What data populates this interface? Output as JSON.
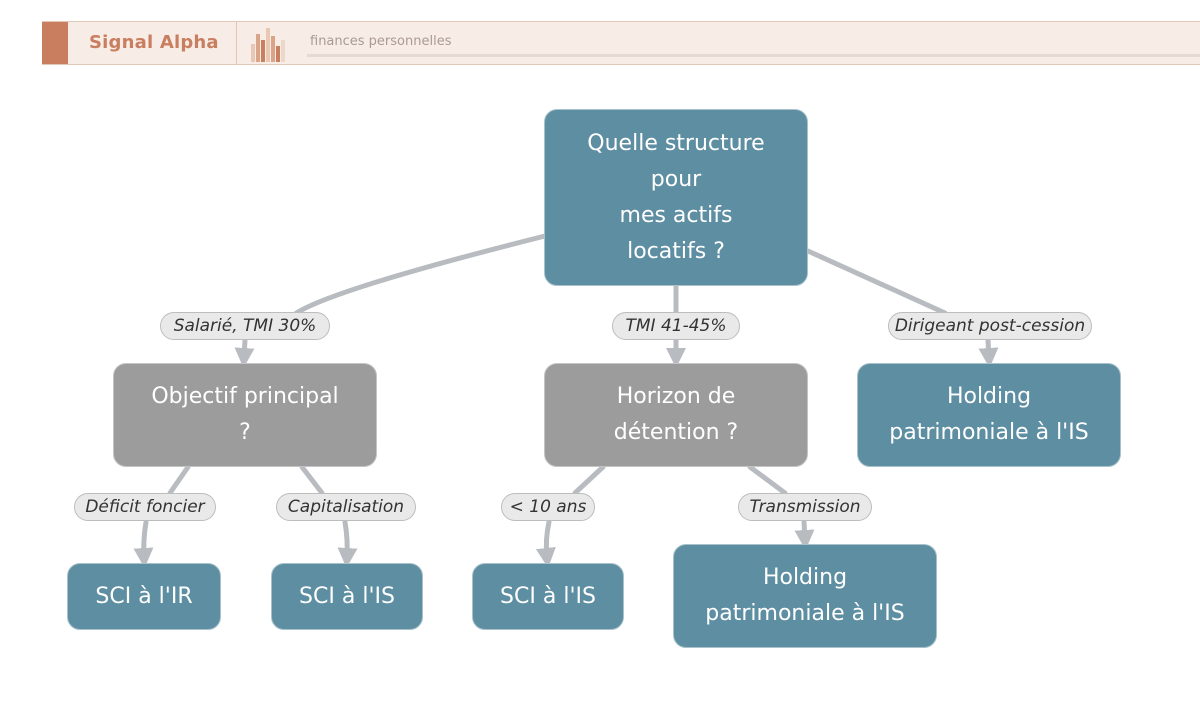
{
  "header": {
    "brand": "Signal Alpha",
    "subtitle": "finances personnelles",
    "logo_icon": "bar-chart-logo-icon",
    "accent_color": "#c97e60"
  },
  "diagram": {
    "root": {
      "label": "Quelle structure\npour\nmes actifs\nlocatifs ?"
    },
    "branches": {
      "b1": {
        "edge_label": "Salarié, TMI 30%",
        "node": "Objectif principal\n?"
      },
      "b2": {
        "edge_label": "TMI 41-45%",
        "node": "Horizon de\ndétention ?"
      },
      "b3": {
        "edge_label": "Dirigeant post-cession",
        "node": "Holding\npatrimoniale à l'IS"
      }
    },
    "leaves": {
      "l1": {
        "edge_label": "Déficit foncier",
        "node": "SCI à l'IR"
      },
      "l2": {
        "edge_label": "Capitalisation",
        "node": "SCI à l'IS"
      },
      "l3": {
        "edge_label": "< 10 ans",
        "node": "SCI à l'IS"
      },
      "l4": {
        "edge_label": "Transmission",
        "node": "Holding\npatrimoniale à l'IS"
      }
    },
    "colors": {
      "decision_node": "#5e8ea1",
      "question_node": "#9c9c9c",
      "edge": "#b8bcc0",
      "label_bg": "#e9e9e9"
    }
  }
}
